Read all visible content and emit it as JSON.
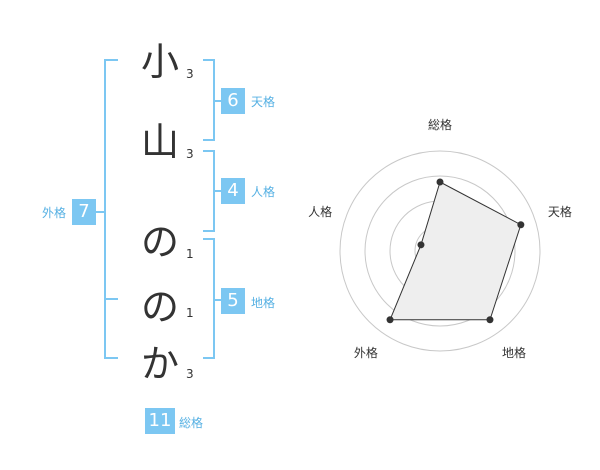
{
  "name_chars": [
    {
      "char": "小",
      "strokes": "3"
    },
    {
      "char": "山",
      "strokes": "3"
    },
    {
      "char": "の",
      "strokes": "1"
    },
    {
      "char": "の",
      "strokes": "1"
    },
    {
      "char": "か",
      "strokes": "3"
    }
  ],
  "fortunes": {
    "tenkaku": {
      "label": "天格",
      "value": "6"
    },
    "jinkaku": {
      "label": "人格",
      "value": "4"
    },
    "chikaku": {
      "label": "地格",
      "value": "5"
    },
    "gaikaku": {
      "label": "外格",
      "value": "7"
    },
    "soukaku": {
      "label": "総格",
      "value": "11"
    }
  },
  "colors": {
    "accent": "#7cc7f2",
    "label": "#55b0e3",
    "text": "#333333"
  },
  "chart_data": {
    "type": "radar",
    "axes": [
      "総格",
      "天格",
      "地格",
      "外格",
      "人格"
    ],
    "values": [
      0.69,
      0.85,
      0.85,
      0.85,
      0.2
    ],
    "scale_max": 1,
    "rings": 4
  }
}
